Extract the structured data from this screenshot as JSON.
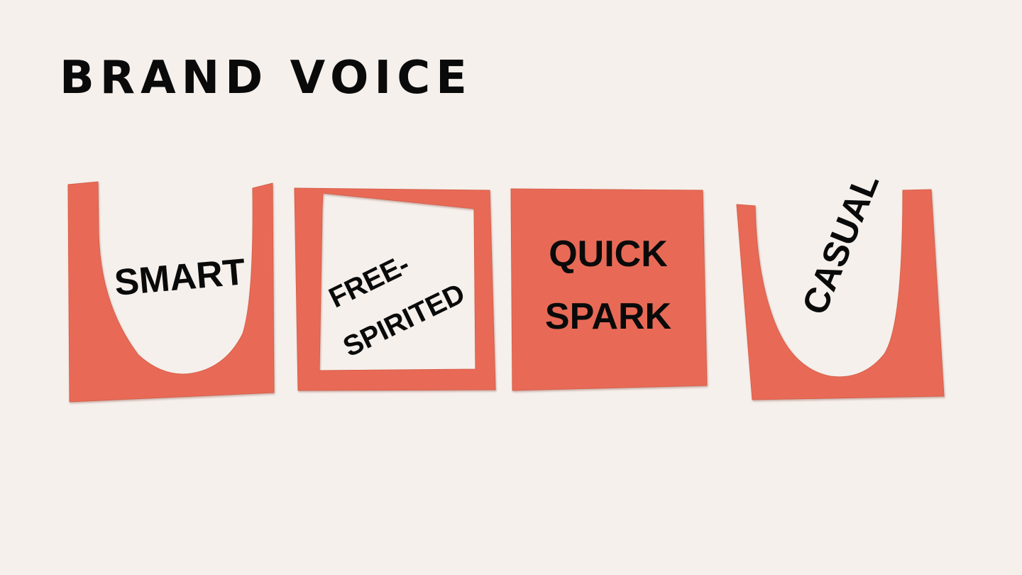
{
  "page": {
    "title": "BRAND VOICE"
  },
  "cards": [
    {
      "id": "smart",
      "text": "SMART"
    },
    {
      "id": "free-spirited",
      "line1": "FREE-",
      "line2": "SPIRITED"
    },
    {
      "id": "quick-spark",
      "line1": "QUICK",
      "line2": "SPARK"
    },
    {
      "id": "casual",
      "text": "CASUAL"
    }
  ],
  "colors": {
    "background": "#f5f0ec",
    "paper": "#e86b56",
    "paper_shadow": "#c9503f",
    "text": "#0a0a0a"
  }
}
